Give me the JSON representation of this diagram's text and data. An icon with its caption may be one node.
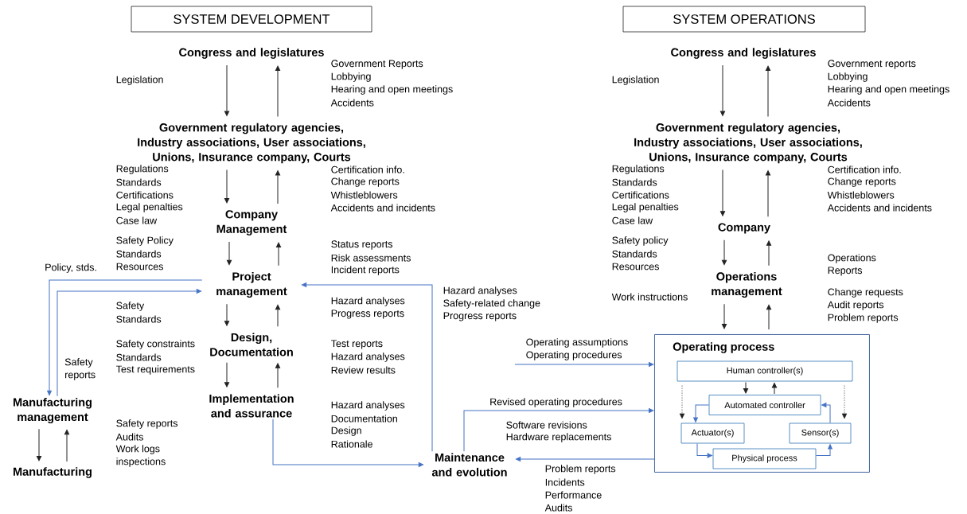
{
  "diagram": {
    "nodes": [
      {
        "text": [
          "SYSTEM DEVELOPMENT"
        ]
      },
      {
        "text": [
          "SYSTEM OPERATIONS"
        ]
      },
      {
        "text": [
          "Congress and legislatures"
        ]
      },
      {
        "text": [
          "Government regulatory agencies, Industry associations, User associations, Unions, Insurance company, Courts"
        ]
      },
      {
        "text": [
          "Company Management"
        ]
      },
      {
        "text": [
          "Project management"
        ]
      },
      {
        "text": [
          "Design, Documentation"
        ]
      },
      {
        "text": [
          "Implementation and assurance"
        ]
      },
      {
        "text": [
          "Manufacturing management"
        ]
      },
      {
        "text": [
          "Manufacturing"
        ]
      },
      {
        "text": [
          "Maintenance and evolution"
        ]
      },
      {
        "text": [
          "Congress and legislatures"
        ]
      },
      {
        "text": [
          "Government regulatory agencies, Industry associations, User associations, Unions, Insurance company, Courts"
        ]
      },
      {
        "text": [
          "Company"
        ]
      },
      {
        "text": [
          "Operations management"
        ]
      },
      {
        "text": [
          "Operating process"
        ]
      },
      {
        "text": [
          "Human controller(s)"
        ],
        "in": 15
      },
      {
        "text": [
          "Automated controller"
        ],
        "in": 15
      },
      {
        "text": [
          "Actuator(s)"
        ],
        "in": 15
      },
      {
        "text": [
          "Sensor(s)"
        ],
        "in": 15
      },
      {
        "text": [
          "Physical process"
        ],
        "in": 15
      }
    ],
    "edges": [
      {
        "from": 2,
        "to": 3,
        "arrow": "to"
      },
      {
        "from": 3,
        "to": 2,
        "arrow": "to"
      },
      {
        "from": 3,
        "to": 4,
        "arrow": "to"
      },
      {
        "from": 4,
        "to": 3,
        "arrow": "to"
      },
      {
        "from": 4,
        "to": 5,
        "arrow": "to"
      },
      {
        "from": 5,
        "to": 4,
        "arrow": "to"
      },
      {
        "from": 5,
        "to": 6,
        "arrow": "to"
      },
      {
        "from": 6,
        "to": 5,
        "arrow": "to"
      },
      {
        "from": 6,
        "to": 7,
        "arrow": "to"
      },
      {
        "from": 7,
        "to": 6,
        "arrow": "to"
      },
      {
        "from": 5,
        "to": 8,
        "arrow": "to",
        "label": "Policy, stds.",
        "color": "#4472c4"
      },
      {
        "from": 8,
        "to": 5,
        "arrow": "to",
        "label": "Safety reports",
        "color": "#4472c4"
      },
      {
        "from": 8,
        "to": 9,
        "arrow": "to"
      },
      {
        "from": 9,
        "to": 8,
        "arrow": "to"
      },
      {
        "from": 7,
        "to": 10,
        "arrow": "to",
        "color": "#4472c4"
      },
      {
        "from": 10,
        "to": 5,
        "arrow": "to",
        "color": "#4472c4"
      },
      {
        "from": 11,
        "to": 12,
        "arrow": "to"
      },
      {
        "from": 12,
        "to": 11,
        "arrow": "to"
      },
      {
        "from": 12,
        "to": 13,
        "arrow": "to"
      },
      {
        "from": 13,
        "to": 12,
        "arrow": "to"
      },
      {
        "from": 13,
        "to": 14,
        "arrow": "to"
      },
      {
        "from": 14,
        "to": 13,
        "arrow": "to"
      },
      {
        "from": 14,
        "to": 15,
        "arrow": "to"
      },
      {
        "from": 15,
        "to": 14,
        "arrow": "to"
      },
      {
        "from": null,
        "to": 15,
        "arrow": "to",
        "color": "#4472c4"
      },
      {
        "from": 10,
        "to": 15,
        "arrow": "to",
        "label": "Revised operating procedures",
        "color": "#4472c4"
      },
      {
        "from": 15,
        "to": 10,
        "arrow": "to",
        "color": "#4472c4"
      },
      {
        "from": 16,
        "to": 17,
        "arrow": "to"
      },
      {
        "from": 17,
        "to": 16,
        "arrow": "to"
      },
      {
        "from": 17,
        "to": 18,
        "arrow": "to",
        "color": "#4472c4"
      },
      {
        "from": 18,
        "to": 20,
        "arrow": "to",
        "color": "#4472c4"
      },
      {
        "from": 20,
        "to": 19,
        "arrow": "to",
        "color": "#4472c4"
      },
      {
        "from": 19,
        "to": 17,
        "arrow": "to",
        "color": "#4472c4"
      },
      {
        "from": 16,
        "to": 18,
        "arrow": "to",
        "style": "dashed"
      },
      {
        "from": 16,
        "to": 19,
        "arrow": "to",
        "style": "dashed"
      }
    ],
    "labels": [
      "Legislation",
      "Government Reports",
      "Lobbying",
      "Hearing and open meetings",
      "Accidents",
      "Regulations",
      "Standards",
      "Certifications",
      "Legal penalties",
      "Case law",
      "Certification info.",
      "Change reports",
      "Whistleblowers",
      "Accidents and incidents",
      "Safety Policy",
      "Standards",
      "Resources",
      "Status reports",
      "Risk assessments",
      "Incident reports",
      "Safety",
      "Standards",
      "Hazard analyses",
      "Progress reports",
      "Hazard analyses",
      "Safety-related change",
      "Progress reports",
      "Safety constraints",
      "Standards",
      "Test requirements",
      "Test reports",
      "Hazard analyses",
      "Review results",
      "Hazard analyses",
      "Documentation",
      "Design",
      "Rationale",
      "Safety reports",
      "Audits",
      "Work logs",
      "inspections",
      "Operating assumptions",
      "Operating procedures",
      "Software revisions",
      "Hardware replacements",
      "Problem reports",
      "Incidents",
      "Performance",
      "Audits",
      "Legislation",
      "Government reports",
      "Lobbying",
      "Hearing and open meetings",
      "Accidents",
      "Regulations",
      "Standards",
      "Certifications",
      "Legal penalties",
      "Case law",
      "Certification info.",
      "Change reports",
      "Whistleblowers",
      "Accidents and incidents",
      "Safety policy",
      "Standards",
      "Resources",
      "Operations",
      "Reports",
      "Work instructions",
      "Change requests",
      "Audit reports",
      "Problem reports"
    ]
  }
}
